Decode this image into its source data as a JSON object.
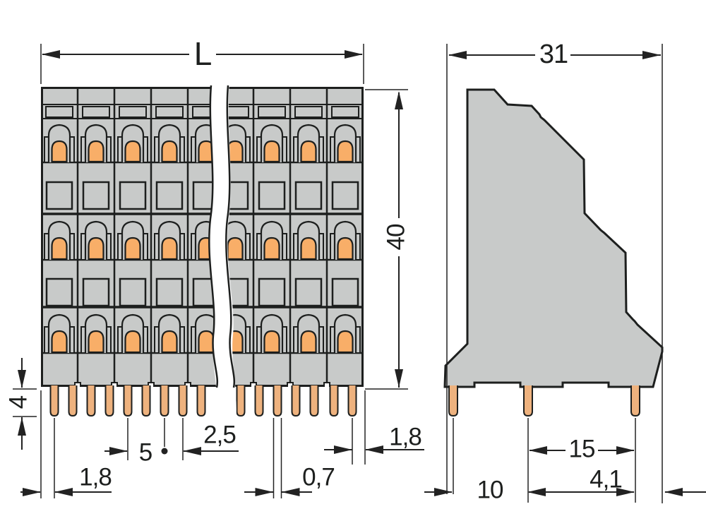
{
  "drawing": {
    "description": "Dimensional drawing of a multi-level push-button terminal block, front view and side view",
    "front_view": {
      "label": "front-view",
      "levels": 3,
      "visible_poles": 8,
      "dimensions": {
        "overall_width": {
          "label": "L"
        },
        "overall_height": {
          "label": "40"
        },
        "pin_length": {
          "label": "4"
        },
        "edge_to_first_pin": {
          "label": "1,8"
        },
        "pole_pitch": {
          "label": "5"
        },
        "pin_pitch": {
          "label": "2,5"
        },
        "pin_width": {
          "label": "0,7"
        },
        "last_pin_to_edge": {
          "label": "1,8"
        }
      }
    },
    "side_view": {
      "label": "side-view",
      "dimensions": {
        "overall_depth": {
          "label": "31"
        },
        "front_pin_spacing": {
          "label": "10"
        },
        "rear_pin_spacing": {
          "label": "15"
        },
        "pin_to_rear_edge": {
          "label": "4,1"
        }
      }
    },
    "colors": {
      "background": "#ffffff",
      "body_fill": "#c8cac9",
      "outline": "#1d1f1e",
      "clamp_actuator": "#f8ae68",
      "solder_pin": "#eeb27e",
      "dimension_line": "#222222"
    }
  }
}
